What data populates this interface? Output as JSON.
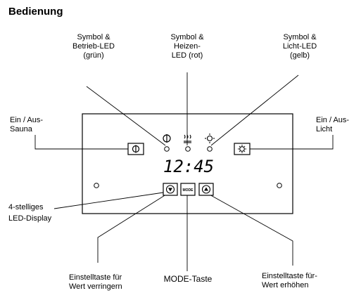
{
  "heading": "Bedienung",
  "labels": {
    "betrieb_led": [
      "Symbol &",
      "Betrieb-LED",
      "(grün)"
    ],
    "heizen_led": [
      "Symbol &",
      "Heizen-",
      "LED (rot)"
    ],
    "licht_led": [
      "Symbol &",
      "Licht-LED",
      "(gelb)"
    ],
    "ein_aus_sauna": [
      "Ein  /  Aus-",
      "Sauna"
    ],
    "ein_aus_licht": [
      "Ein  /  Aus-",
      "Licht"
    ],
    "display": [
      "4-stelliges",
      "LED-Display"
    ],
    "minus": [
      "Einstelltaste  für",
      "Wert verringern"
    ],
    "mode": [
      "MODE-Taste"
    ],
    "plus": [
      "Einstelltaste  für-",
      "Wert erhöhen"
    ]
  },
  "panel": {
    "display_value": "12:45",
    "mode_button_label": "MODE"
  },
  "icons": {
    "power": "power-icon",
    "heater": "heater-icon",
    "light": "light-bulb-icon",
    "down": "arrow-down-icon",
    "up": "arrow-up-icon"
  }
}
